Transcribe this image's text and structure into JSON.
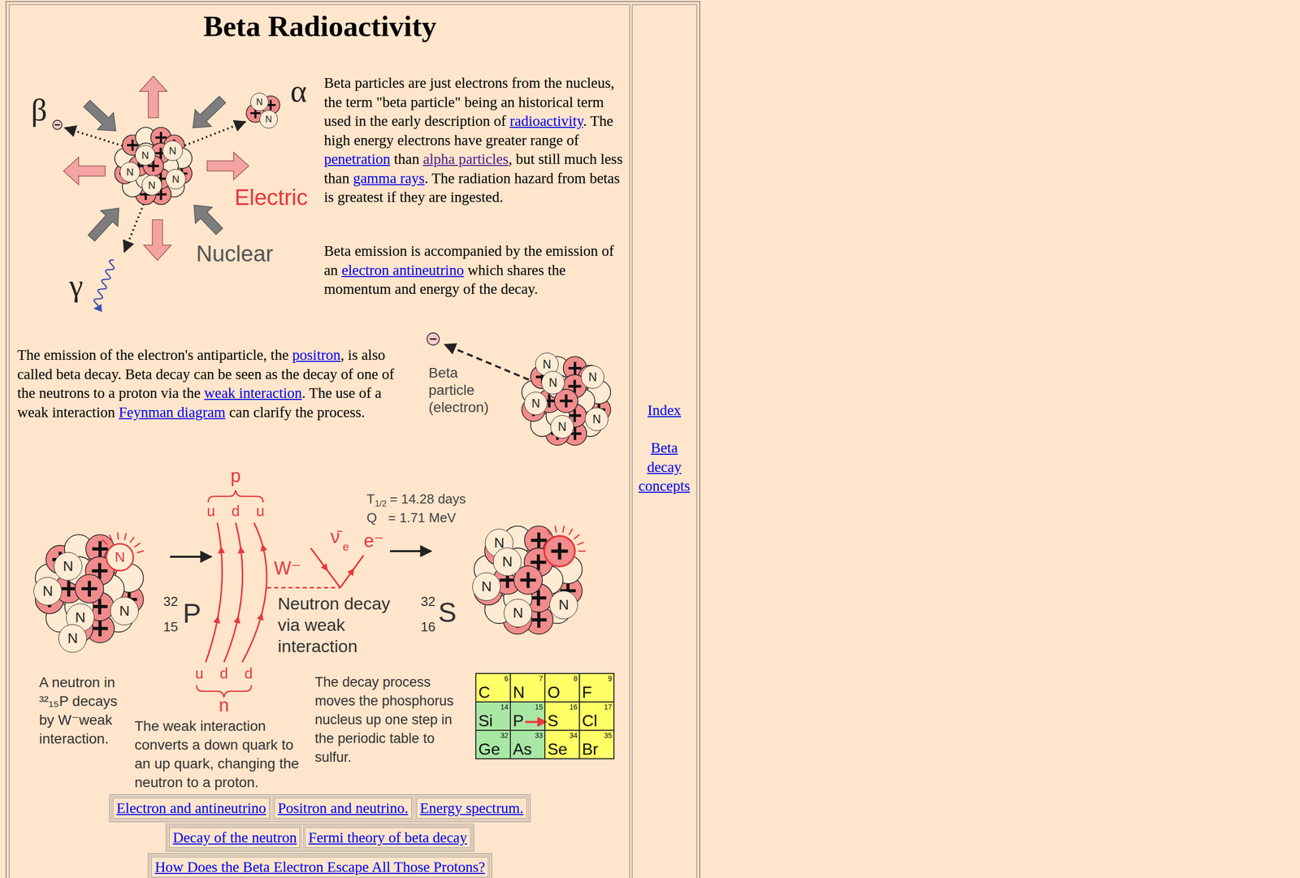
{
  "diagram": {
    "title": "Beta Radioactivity",
    "nodes": [
      {
        "text": [
          "N"
        ]
      },
      {
        "text": [
          "N"
        ]
      },
      {
        "text": [
          "N"
        ]
      },
      {
        "text": [
          "N"
        ]
      },
      {
        "text": [
          "N"
        ]
      },
      {
        "text": [
          "N"
        ]
      },
      {
        "text": [
          "N"
        ]
      },
      {
        "text": [
          "N"
        ]
      },
      {
        "text": [
          "N"
        ]
      },
      {
        "text": [
          "N"
        ]
      },
      {
        "text": [
          "N"
        ]
      },
      {
        "text": [
          "N"
        ]
      },
      {
        "text": [
          "N"
        ]
      },
      {
        "text": [
          "N"
        ]
      },
      {
        "text": [
          "N"
        ]
      },
      {
        "text": [
          "N"
        ]
      },
      {
        "text": [
          "N"
        ]
      },
      {
        "text": [
          "N"
        ]
      },
      {
        "text": [
          "N"
        ]
      },
      {
        "text": [
          "N"
        ]
      },
      {
        "text": [
          "N"
        ]
      },
      {
        "text": [
          "N"
        ]
      },
      {
        "text": [
          "N"
        ]
      },
      {
        "text": [
          "N"
        ]
      },
      {
        "text": [
          "C",
          "6"
        ]
      },
      {
        "text": [
          "N",
          "7"
        ]
      },
      {
        "text": [
          "O",
          "8"
        ]
      },
      {
        "text": [
          "F",
          "9"
        ]
      },
      {
        "text": [
          "Si",
          "14"
        ]
      },
      {
        "text": [
          "P",
          "15"
        ]
      },
      {
        "text": [
          "S",
          "16"
        ]
      },
      {
        "text": [
          "Cl",
          "17"
        ]
      },
      {
        "text": [
          "Ge",
          "32"
        ]
      },
      {
        "text": [
          "As",
          "33"
        ]
      },
      {
        "text": [
          "Se",
          "34"
        ]
      },
      {
        "text": [
          "Br",
          "35"
        ]
      },
      {
        "text": [
          "Electron and antineutrino"
        ]
      },
      {
        "text": [
          "Positron and neutrino."
        ]
      },
      {
        "text": [
          "Energy spectrum."
        ]
      },
      {
        "text": [
          "Decay of the neutron"
        ]
      },
      {
        "text": [
          "Fermi theory of beta decay"
        ]
      },
      {
        "text": [
          "How Does the Beta Electron Escape All Those Protons?"
        ]
      }
    ],
    "edges": [
      {
        "from": 29,
        "to": 30,
        "arrow": "to"
      }
    ],
    "labels": [
      "β",
      "α",
      "Electric",
      "Nuclear",
      "γ",
      "Beta particles are just electrons from the nucleus, the term \"beta particle\" being an historical term used in the early description of ",
      "radioactivity",
      ". The high energy electrons have greater range of ",
      "penetration",
      " than ",
      "alpha particles",
      ", but still much less than ",
      "gamma rays",
      ". The radiation hazard from betas is greatest if they are ingested.",
      "Beta emission is accompanied by the emission of an ",
      "electron antineutrino",
      " which shares the momentum and energy of the decay.",
      "The emission of the electron's antiparticle, the ",
      "positron",
      ", is also called beta decay. Beta decay can be seen as the decay of one of the neutrons to a proton via the ",
      "weak interaction",
      ". The use of a weak interaction ",
      "Feynman diagram",
      " can clarify the process.",
      "Beta particle (electron)",
      "Index",
      "Beta decay concepts",
      "p",
      "u d u",
      "T",
      "1/2",
      "= 14.28 days",
      "Q",
      "= 1.71 MeV",
      "ν̄",
      "e",
      "e⁻",
      "W⁻",
      "32",
      "15",
      "P",
      "Neutron decay via weak interaction",
      "32",
      "16",
      "S",
      "u d d",
      "n",
      "A neutron in ³²₁₅P decays by W⁻weak interaction.",
      "The weak interaction converts a down quark to an up quark, changing the neutron to a proton.",
      "The decay process moves the phosphorus nucleus up one step in the periodic table to sulfur."
    ]
  }
}
